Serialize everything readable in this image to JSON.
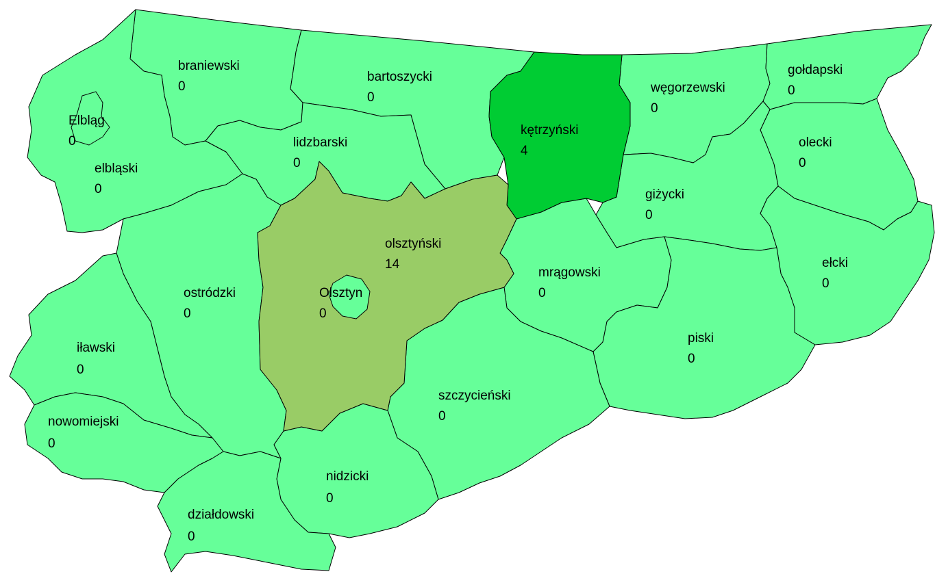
{
  "colors": {
    "zero": "#66ff99",
    "low": "#00cc33",
    "high": "#99cc66",
    "border": "#000000"
  },
  "regions": [
    {
      "id": "braniewski",
      "name": "braniewski",
      "value": "0"
    },
    {
      "id": "bartoszycki",
      "name": "bartoszycki",
      "value": "0"
    },
    {
      "id": "ketrzynski",
      "name": "kętrzyński",
      "value": "4"
    },
    {
      "id": "wegorzewski",
      "name": "węgorzewski",
      "value": "0"
    },
    {
      "id": "goldapski",
      "name": "gołdapski",
      "value": "0"
    },
    {
      "id": "elblag",
      "name": "Elbląg",
      "value": "0"
    },
    {
      "id": "elblaski",
      "name": "elbląski",
      "value": "0"
    },
    {
      "id": "lidzbarski",
      "name": "lidzbarski",
      "value": "0"
    },
    {
      "id": "olecki",
      "name": "olecki",
      "value": "0"
    },
    {
      "id": "gizycki",
      "name": "giżycki",
      "value": "0"
    },
    {
      "id": "olsztynski",
      "name": "olsztyński",
      "value": "14"
    },
    {
      "id": "olsztyn",
      "name": "Olsztyn",
      "value": "0"
    },
    {
      "id": "elcki",
      "name": "ełcki",
      "value": "0"
    },
    {
      "id": "mragowski",
      "name": "mrągowski",
      "value": "0"
    },
    {
      "id": "ostrodzki",
      "name": "ostródzki",
      "value": "0"
    },
    {
      "id": "ilawski",
      "name": "iławski",
      "value": "0"
    },
    {
      "id": "piski",
      "name": "piski",
      "value": "0"
    },
    {
      "id": "szczycienski",
      "name": "szczycieński",
      "value": "0"
    },
    {
      "id": "nowomiejski",
      "name": "nowomiejski",
      "value": "0"
    },
    {
      "id": "nidzicki",
      "name": "nidzicki",
      "value": "0"
    },
    {
      "id": "dzialdowski",
      "name": "działdowski",
      "value": "0"
    }
  ]
}
